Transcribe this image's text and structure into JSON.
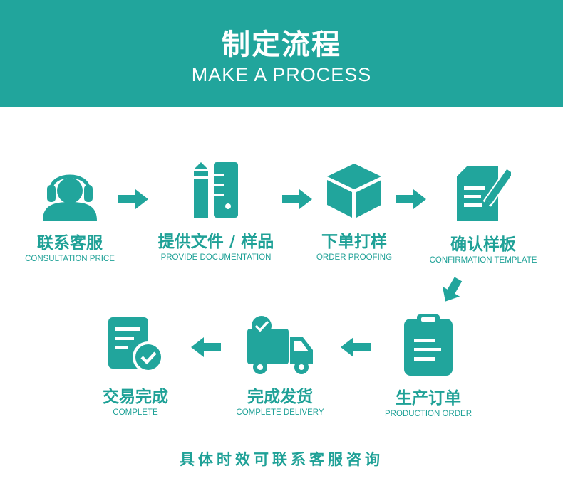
{
  "header": {
    "title": "制定流程",
    "subtitle": "MAKE A PROCESS"
  },
  "steps": [
    {
      "title": "联系客服",
      "subtitle": "CONSULTATION PRICE",
      "icon": "headset-user-icon"
    },
    {
      "title": "提供文件 / 样品",
      "subtitle": "PROVIDE DOCUMENTATION",
      "icon": "pencil-ruler-icon"
    },
    {
      "title": "下单打样",
      "subtitle": "ORDER PROOFING",
      "icon": "box-icon"
    },
    {
      "title": "确认样板",
      "subtitle": "CONFIRMATION TEMPLATE",
      "icon": "document-edit-icon"
    },
    {
      "title": "生产订单",
      "subtitle": "PRODUCTION ORDER",
      "icon": "clipboard-icon"
    },
    {
      "title": "完成发货",
      "subtitle": "COMPLETE DELIVERY",
      "icon": "delivery-truck-icon"
    },
    {
      "title": "交易完成",
      "subtitle": "COMPLETE",
      "icon": "document-check-icon"
    }
  ],
  "footer": {
    "text": "具体时效可联系客服咨询"
  },
  "colors": {
    "accent": "#21a59c",
    "background": "#ffffff"
  }
}
